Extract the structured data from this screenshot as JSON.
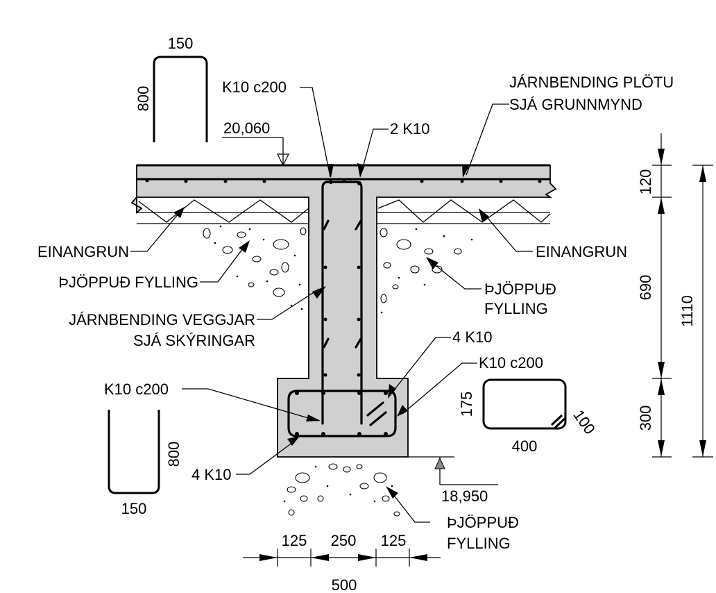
{
  "labels": {
    "top_detail_width": "150",
    "top_detail_height": "800",
    "slab_rebar": "K10 c200",
    "slab_level": "20,060",
    "top_bars": "2 K10",
    "slab_reinforcement_line1": "JÁRNBENDING PLÖTU",
    "slab_reinforcement_line2": "SJÁ GRUNNMYND",
    "insulation_left": "EINANGRUN",
    "insulation_right": "EINANGRUN",
    "fill_left": "ÞJÖPPUÐ FYLLING",
    "fill_right_line1": "ÞJÖPPUÐ",
    "fill_right_line2": "FYLLING",
    "wall_reinforcement_line1": "JÁRNBENDING VEGGJAR",
    "wall_reinforcement_line2": "SJÁ SKÝRINGAR",
    "footing_bars_top": "4 K10",
    "stirrup_right": "K10 c200",
    "stirrup_left": "K10 c200",
    "footing_bars_bottom": "4 K10",
    "bottom_detail_height": "800",
    "bottom_detail_width": "150",
    "stirrup_detail_height": "175",
    "stirrup_detail_width": "400",
    "stirrup_detail_hook": "100",
    "footing_level": "18,950",
    "fill_bottom_line1": "ÞJÖPPUÐ",
    "fill_bottom_line2": "FYLLING",
    "dim_125_left": "125",
    "dim_250": "250",
    "dim_125_right": "125",
    "dim_500": "500",
    "dim_120": "120",
    "dim_690": "690",
    "dim_300": "300",
    "dim_1110": "1110"
  },
  "colors": {
    "concrete": "#d0d0d0",
    "line": "#000000",
    "background": "#ffffff"
  }
}
